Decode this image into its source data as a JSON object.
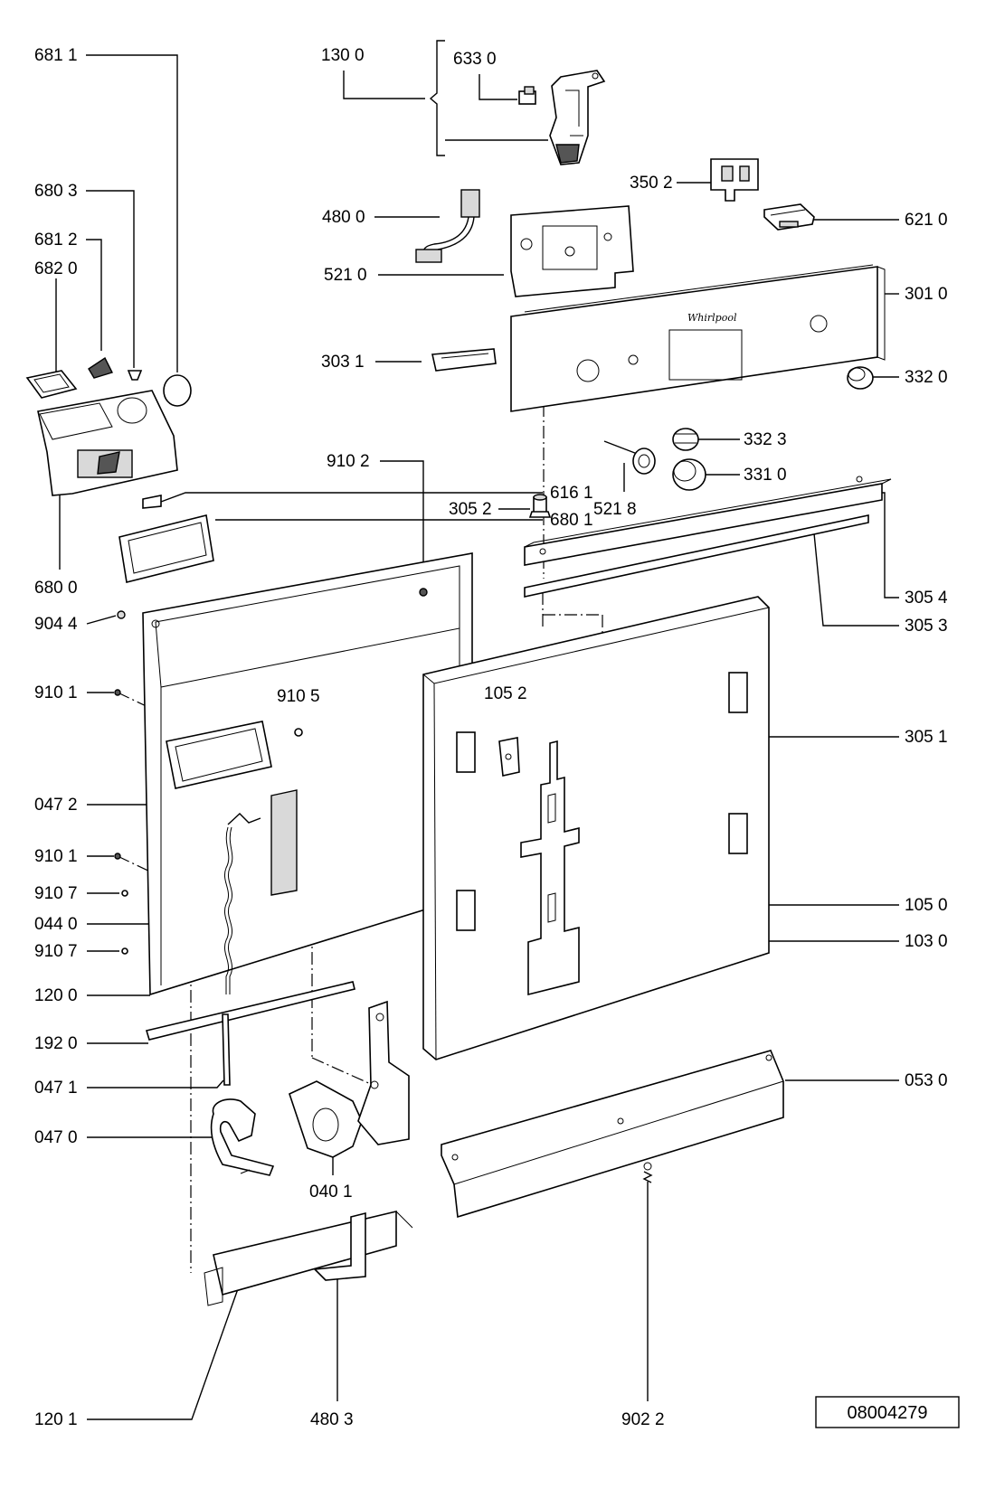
{
  "diagram": {
    "reference_number": "08004279",
    "labels": {
      "p6811": "681 1",
      "p1300": "130 0",
      "p6330": "633 0",
      "p6803": "680 3",
      "p3502": "350 2",
      "p4800": "480 0",
      "p6210": "621 0",
      "p6812": "681 2",
      "p6820": "682 0",
      "p5210": "521 0",
      "p3010": "301 0",
      "p3031": "303 1",
      "p3320": "332 0",
      "p3323": "332 3",
      "p9102a": "910 2",
      "p3310": "331 0",
      "p6161": "616 1",
      "p3052": "305 2",
      "p5218": "521 8",
      "p6801": "680 1",
      "p6800": "680 0",
      "p3054": "305 4",
      "p9044": "904 4",
      "p3053": "305 3",
      "p9101a": "910 1",
      "p9105": "910 5",
      "p1052": "105 2",
      "p3051": "305 1",
      "p0472": "047 2",
      "p9101b": "910 1",
      "p9107a": "910 7",
      "p1050": "105 0",
      "p0440": "044 0",
      "p1030": "103 0",
      "p9107b": "910 7",
      "p1200": "120 0",
      "p1920": "192 0",
      "p0530": "053 0",
      "p0471": "047 1",
      "p0470": "047 0",
      "p0401": "040 1",
      "p1201": "120 1",
      "p4803": "480 3",
      "p9022": "902 2"
    }
  }
}
